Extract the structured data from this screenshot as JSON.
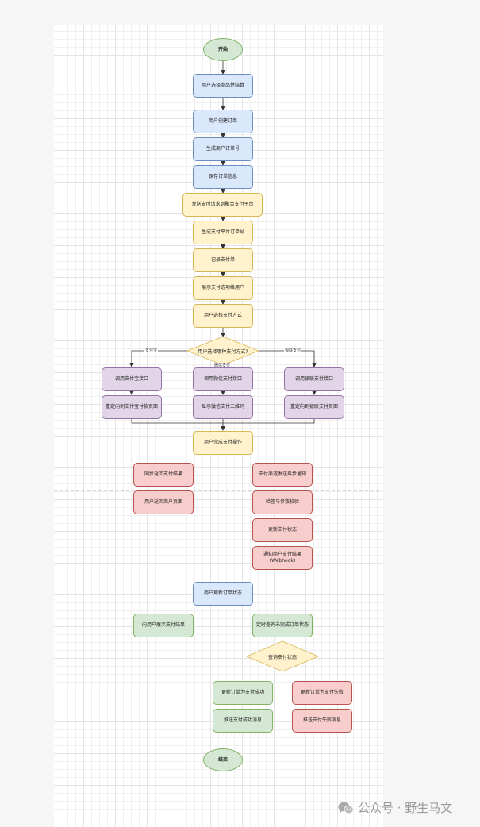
{
  "nodes": {
    "start": "开始",
    "select_goods": "用户选择商品并结算",
    "create_order": "商户创建订单",
    "gen_order_no": "生成商户订单号",
    "save_order": "保存订单信息",
    "send_request": "发送支付请求到聚合支付平台",
    "gen_platform_no": "生成支付平台订单号",
    "record_payment": "记录支付单",
    "show_options": "展示支付选项给用户",
    "user_select_method": "用户选择支付方式",
    "which_method": "用户选择哪种支付方式?",
    "call_alipay": "调用支付宝接口",
    "redirect_alipay": "重定向到支付宝付款页面",
    "call_wechat": "调用微信支付接口",
    "show_wechat_qr": "显示微信支付二维码",
    "call_unionpay": "调用银联支付接口",
    "redirect_unionpay": "重定向到银联支付页面",
    "user_complete": "用户完成支付操作",
    "sync_return": "同步返回支付结果",
    "user_return": "用户返回商户页面",
    "async_notify": "支付渠道发送异步通知",
    "verify_sign": "验签与参数校验",
    "update_status": "更新支付状态",
    "notify_merchant": "通知商户支付结果 (Webhook)",
    "merchant_update": "商户更新订单状态",
    "show_result": "向用户展示支付结果",
    "poll_unfinished": "定时查询未完成订单状态",
    "query_status": "查询支付状态",
    "mark_success": "更新订单为支付成功",
    "mark_fail": "更新订单为支付失败",
    "push_success": "推送支付成功消息",
    "push_fail": "推送支付失败消息",
    "end": "结束"
  },
  "edge_labels": {
    "alipay": "支付宝",
    "wechat": "微信支付",
    "unionpay": "银联支付"
  },
  "watermark": "公众号 · 野生马文",
  "colors": {
    "blue_fill": "#dae8fc",
    "blue_stroke": "#6c8ebf",
    "yellow_fill": "#fff2cc",
    "yellow_stroke": "#d6b656",
    "purple_fill": "#e1d5e7",
    "purple_stroke": "#9673a6",
    "red_fill": "#f8cecc",
    "red_stroke": "#b85450",
    "green_fill": "#d5e8d4",
    "green_stroke": "#82b366",
    "edge": "#333333"
  }
}
